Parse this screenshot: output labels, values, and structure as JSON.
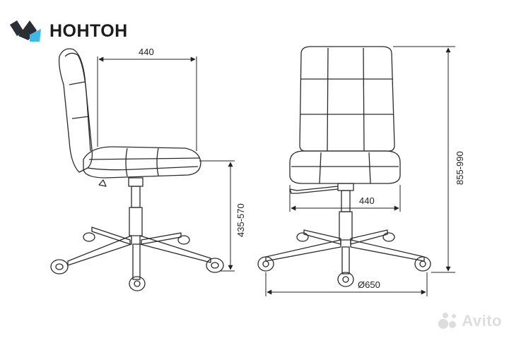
{
  "brand": {
    "name": "НОНТОН",
    "colors": {
      "dark": "#2a2e35",
      "accent": "#3fb8e6"
    }
  },
  "dimensions": {
    "side_depth": "440",
    "side_height": "435-570",
    "front_width": "440",
    "front_total_height": "855-990",
    "base_diameter": "Ø650"
  },
  "watermark": {
    "text": "Avito"
  },
  "icons": [
    "brand-logo-icon",
    "avito-dots-icon"
  ]
}
